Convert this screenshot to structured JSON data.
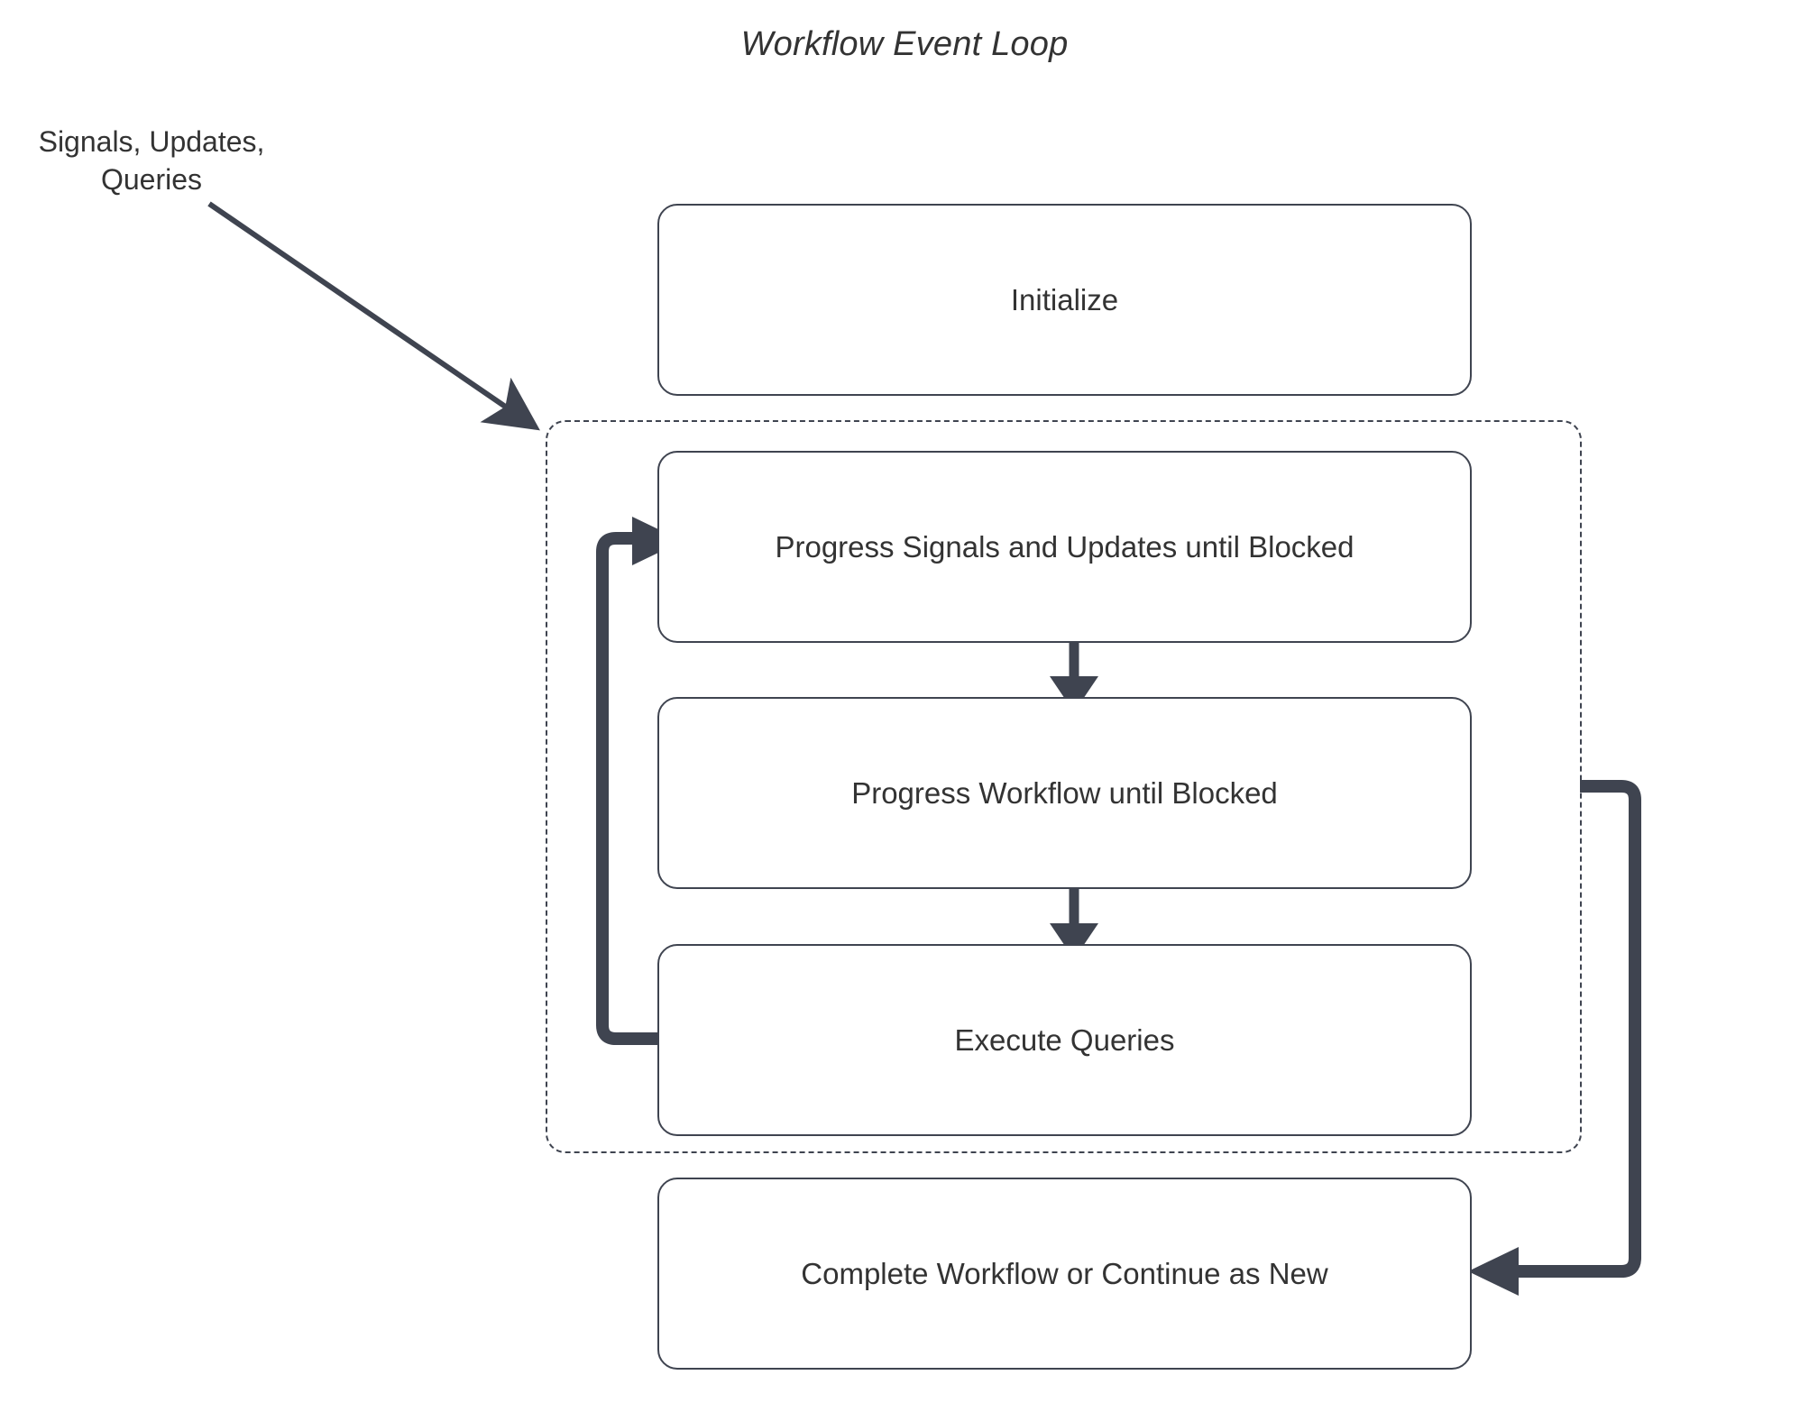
{
  "diagram": {
    "title": "Workflow Event Loop",
    "stroke_color": "#3f4450",
    "text_color": "#333333",
    "background_color": "#ffffff",
    "external_label": "Signals, Updates,\nQueries",
    "external_label_line1": "Signals, Updates,",
    "external_label_line2": "Queries",
    "nodes": [
      {
        "id": "initialize",
        "label": "Initialize"
      },
      {
        "id": "progress-signals",
        "label": "Progress Signals and Updates until Blocked"
      },
      {
        "id": "progress-workflow",
        "label": "Progress Workflow until Blocked"
      },
      {
        "id": "execute-queries",
        "label": "Execute Queries"
      },
      {
        "id": "complete-workflow",
        "label": "Complete Workflow or Continue as New"
      }
    ],
    "group": {
      "id": "event-loop-group",
      "style": "dashed",
      "label": ""
    },
    "edges": [
      {
        "id": "signals-to-group",
        "from": "Signals, Updates, Queries",
        "to": "event-loop-group",
        "style": "solid-arrow"
      },
      {
        "id": "signals-to-workflow",
        "from": "Progress Signals and Updates until Blocked",
        "to": "Progress Workflow until Blocked",
        "style": "solid-arrow"
      },
      {
        "id": "workflow-to-queries",
        "from": "Progress Workflow until Blocked",
        "to": "Execute Queries",
        "style": "solid-arrow"
      },
      {
        "id": "queries-loop-back",
        "from": "Execute Queries",
        "to": "Progress Signals and Updates until Blocked",
        "style": "loop-arrow"
      },
      {
        "id": "group-to-complete",
        "from": "event-loop-group",
        "to": "Complete Workflow or Continue as New",
        "style": "loop-arrow"
      }
    ]
  }
}
